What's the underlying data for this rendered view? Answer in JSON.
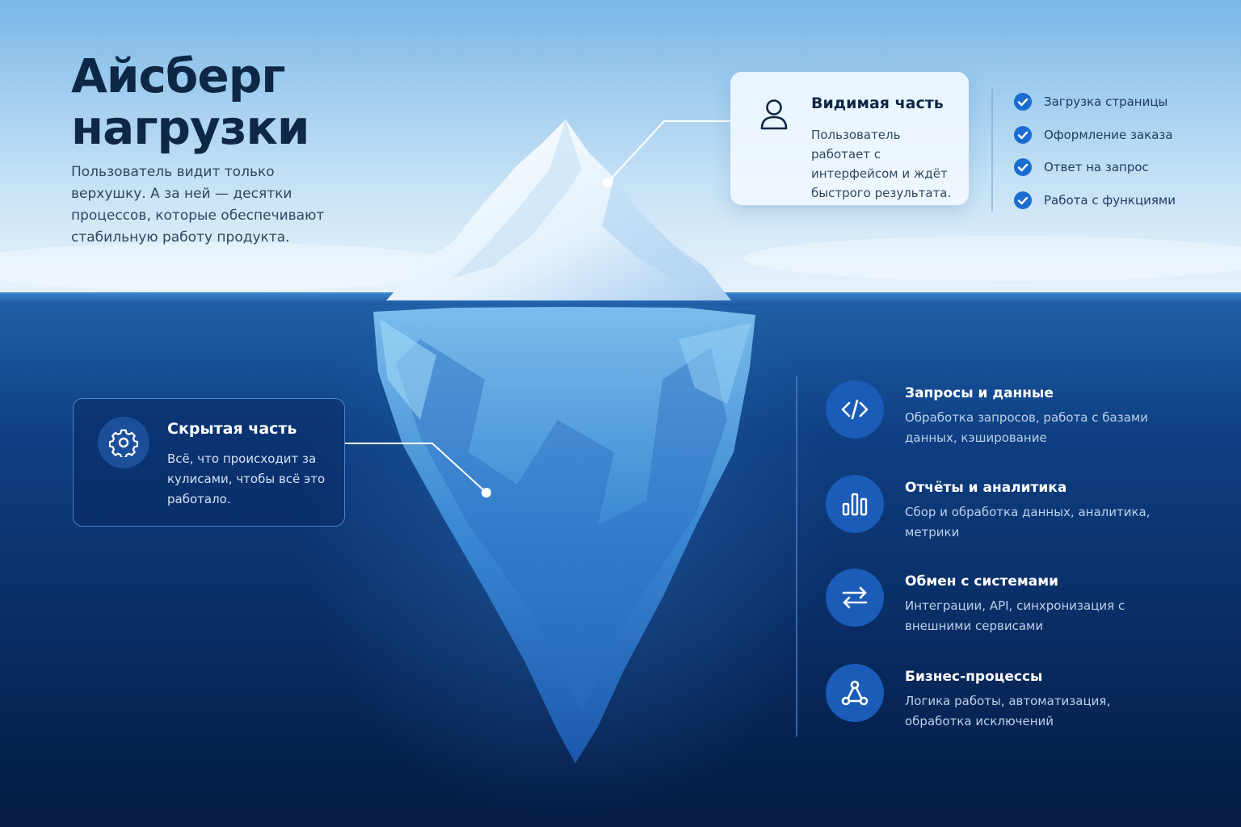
{
  "header": {
    "title_line1": "Айсберг",
    "title_line2": "нагрузки",
    "intro": "Пользователь видит только верхушку. А за ней — десятки процессов, которые обеспечивают стабильную работу продукта."
  },
  "visible_part": {
    "title": "Видимая часть",
    "text": "Пользователь работает с интерфейсом и ждёт быстрого результата.",
    "icon": "user-icon"
  },
  "visible_items": [
    "Загрузка страницы",
    "Оформление заказа",
    "Ответ на запрос",
    "Работа с функциями"
  ],
  "hidden_part": {
    "title": "Скрытая часть",
    "text": "Всё, что происходит за кулисами, чтобы всё это работало.",
    "icon": "gear-icon"
  },
  "hidden_items": [
    {
      "title": "Запросы и данные",
      "description": "Обработка запросов, работа с базами данных, кэширование",
      "icon": "code-icon"
    },
    {
      "title": "Отчёты и аналитика",
      "description": "Сбор и обработка данных, аналитика, метрики",
      "icon": "bar-chart-icon"
    },
    {
      "title": "Обмен с системами",
      "description": "Интеграции, API, синхронизация с внешними сервисами",
      "icon": "exchange-arrows-icon"
    },
    {
      "title": "Бизнес-процессы",
      "description": "Логика работы, автоматизация, обработка исключений",
      "icon": "workflow-icon"
    }
  ],
  "colors": {
    "sky_top": "#7ab7e8",
    "sky_bottom": "#eaf4fb",
    "deep_water": "#062352",
    "accent_blue": "#1a5cb8",
    "title_navy": "#0d2744"
  }
}
